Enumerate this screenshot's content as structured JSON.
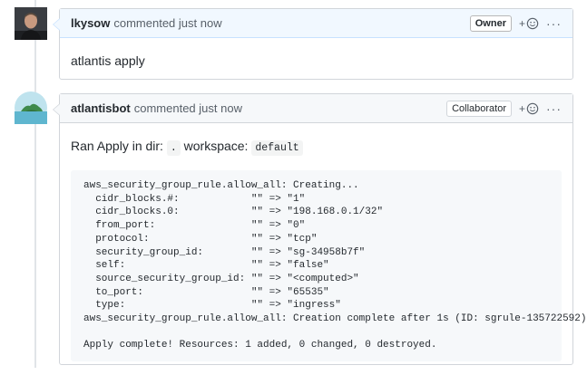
{
  "comments": [
    {
      "author": "lkysow",
      "action": "commented just now",
      "role": "Owner",
      "body": "atlantis apply"
    },
    {
      "author": "atlantisbot",
      "action": "commented just now",
      "role": "Collaborator",
      "intro": "Ran Apply in dir:",
      "dir": ".",
      "workspace_label": "workspace:",
      "workspace": "default",
      "output_lines": [
        "aws_security_group_rule.allow_all: Creating...",
        "  cidr_blocks.#:            \"\" => \"1\"",
        "  cidr_blocks.0:            \"\" => \"198.168.0.1/32\"",
        "  from_port:                \"\" => \"0\"",
        "  protocol:                 \"\" => \"tcp\"",
        "  security_group_id:        \"\" => \"sg-34958b7f\"",
        "  self:                     \"\" => \"false\"",
        "  source_security_group_id: \"\" => \"<computed>\"",
        "  to_port:                  \"\" => \"65535\"",
        "  type:                     \"\" => \"ingress\"",
        "aws_security_group_rule.allow_all: Creation complete after 1s (ID: sgrule-135722592)",
        "",
        "Apply complete! Resources: 1 added, 0 changed, 0 destroyed."
      ]
    }
  ],
  "reaction_plus": "+",
  "more_label": "···",
  "icons": {
    "reaction": "smiley-icon",
    "more": "kebab-horizontal-icon"
  }
}
